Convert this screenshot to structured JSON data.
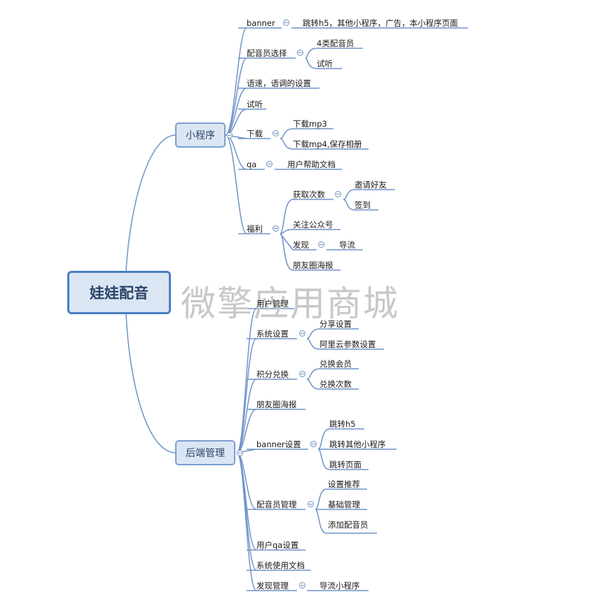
{
  "root": "娃娃配音",
  "watermark": "微擎应用商城",
  "branch_mini": {
    "label": "小程序",
    "banner": "banner",
    "banner_desc": "跳转h5，其他小程序，广告，本小程序页面",
    "voice_select": "配音员选择",
    "voice_types": "4类配音员",
    "voice_preview": "试听",
    "speed_tone": "语速，语调的设置",
    "listen": "试听",
    "download": "下载",
    "download_mp3": "下载mp3",
    "download_mp4": "下载mp4,保存相册",
    "qa": "qa",
    "qa_doc": "用户帮助文档",
    "welfare": "福利",
    "get_times": "获取次数",
    "invite": "邀请好友",
    "checkin": "签到",
    "follow": "关注公众号",
    "discover": "发现",
    "guide": "导流",
    "poster": "朋友圈海报"
  },
  "branch_admin": {
    "label": "后端管理",
    "user_mgmt": "用户管理",
    "sys_settings": "系统设置",
    "share_settings": "分享设置",
    "aliyun_settings": "阿里云参数设置",
    "points_exchange": "积分兑换",
    "exchange_member": "兑换会员",
    "exchange_times": "兑换次数",
    "poster": "朋友圈海报",
    "banner_settings": "banner设置",
    "jump_h5": "跳转h5",
    "jump_mini": "跳转其他小程序",
    "jump_page": "跳转页面",
    "voice_mgmt": "配音员管理",
    "recommend": "设置推荐",
    "basic_mgmt": "基础管理",
    "add_voice": "添加配音员",
    "user_qa": "用户qa设置",
    "sys_docs": "系统使用文档",
    "discover_mgmt": "发现管理",
    "guide_mini": "导流小程序"
  }
}
